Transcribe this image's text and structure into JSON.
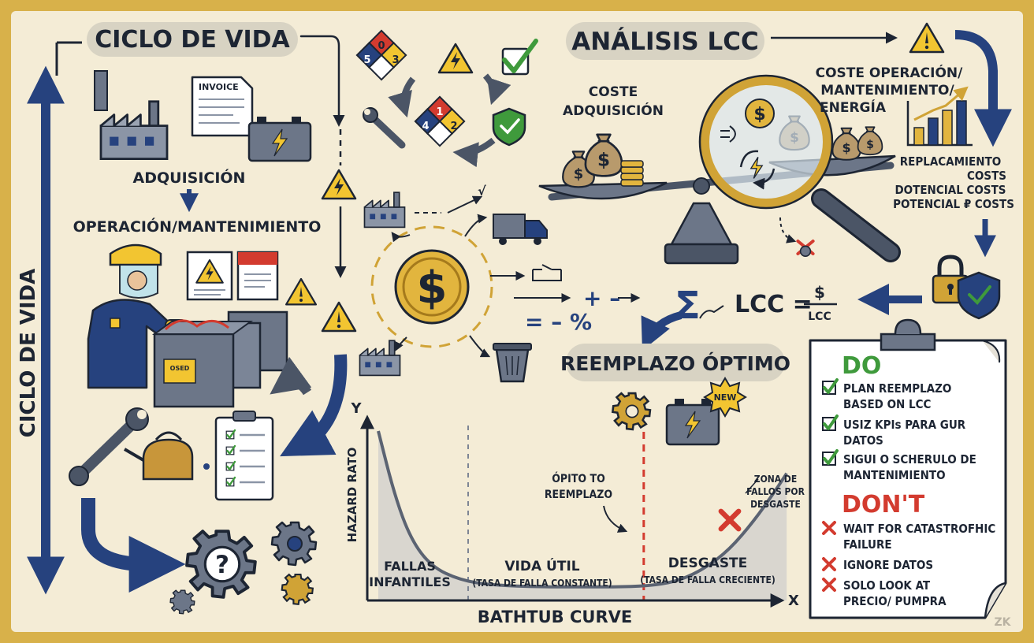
{
  "lifecycle": {
    "title": "CICLO DE VIDA",
    "vertical_label": "CICLO DE VIDA",
    "acquisition": "ADQUISICIÓN",
    "operation": "OPERACIÓN/MANTENIMIENTO",
    "invoice_label": "INVOICE",
    "battery_label": "OSED"
  },
  "lcc": {
    "title": "ANÁLISIS LCC",
    "acquisition_cost": [
      "COSTE",
      "ADQUISICIÓN"
    ],
    "operation_cost": [
      "COSTE OPERACIÓN/",
      "MANTENIMIENTO/",
      "ENERGÍA"
    ],
    "other_costs": [
      "REPLACAMIENTO",
      "COSTS",
      "DOTENCIAL COSTS",
      "POTENCIAL ₽ COSTS"
    ],
    "formula_left": "LCC =",
    "formula_num": "$",
    "formula_den": "LCC"
  },
  "center": {
    "ops_line1": "+ –",
    "ops_line2": "= – %"
  },
  "chart": {
    "optimal_title": "REEMPLAZO ÓPTIMO",
    "y_letter": "Y",
    "x_letter": "X",
    "ylabel": "HAZARD RATO",
    "title": "BATHTUB CURVE",
    "annot_optimal": [
      "ÓPITO TO",
      "REEMPLAZO"
    ],
    "annot_wear": [
      "ZONA DE",
      "FALLOS POR",
      "DESGASTE"
    ],
    "new_badge": "NEW",
    "zones": [
      {
        "title": [
          "FALLAS",
          "INFANTILES"
        ],
        "subtitle": ""
      },
      {
        "title": [
          "VIDA ÚTIL"
        ],
        "subtitle": "(TASA DE FALLA CONSTANTE)"
      },
      {
        "title": [
          "DESGASTE"
        ],
        "subtitle": "(TASA DE FALLA CRECIENTE)"
      }
    ]
  },
  "chart_data": {
    "type": "line",
    "title": "BATHTUB CURVE",
    "xlabel": "",
    "ylabel": "HAZARD RATO",
    "series": [
      {
        "x": [
          0,
          0.04,
          0.08,
          0.13,
          0.2,
          0.28,
          0.4,
          0.5,
          0.6,
          0.68,
          0.74,
          0.8,
          0.86,
          0.92,
          0.97,
          1.0
        ],
        "y": [
          1.0,
          0.62,
          0.36,
          0.2,
          0.12,
          0.09,
          0.08,
          0.08,
          0.08,
          0.09,
          0.12,
          0.19,
          0.3,
          0.47,
          0.64,
          0.75
        ]
      }
    ],
    "xlim": [
      0,
      1.1
    ],
    "ylim": [
      0,
      1.2
    ],
    "boundaries": [
      0.22,
      0.65
    ],
    "grid": false
  },
  "checklist": {
    "do_title": "DO",
    "do_items": [
      [
        "PLAN REEMPLAZO",
        "BASED ON LCC"
      ],
      [
        "USIZ KPIs PARA GUR",
        "DATOS"
      ],
      [
        "SIGUI O SCHERULO DE",
        "MANTENIMIENTO"
      ]
    ],
    "dont_title": "DON'T",
    "dont_items": [
      [
        "WAIT FOR CATASTROFHIC",
        "FAILURE"
      ],
      [
        "IGNORE DATOS"
      ],
      [
        "SOLO LOOK AT",
        "PRECIO/ PUMPRA"
      ]
    ]
  },
  "hazard_numbers": {
    "top": [
      "0",
      "5",
      "3"
    ],
    "bottom": [
      "1",
      "4",
      "2"
    ]
  },
  "watermark": "ZK",
  "colors": {
    "background": "#f4ecd6",
    "border": "#d8b14a",
    "navy": "#26427e",
    "gold": "#e2b53e",
    "warning": "#f2c531",
    "green": "#3f9a3c",
    "red": "#d33b2f",
    "ink": "#1d2533"
  }
}
